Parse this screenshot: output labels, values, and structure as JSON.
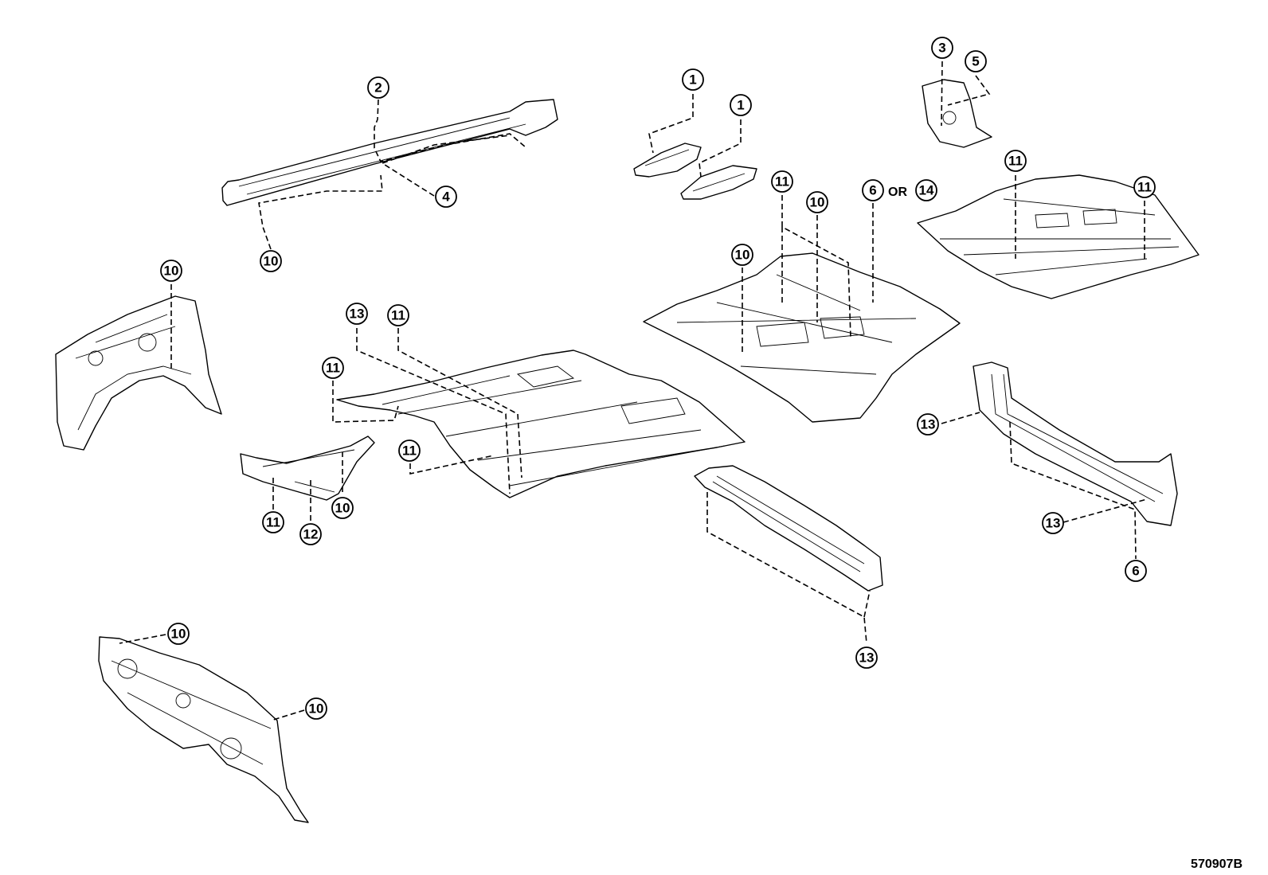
{
  "diagram": {
    "colors": {
      "line": "#000000",
      "background": "#ffffff"
    },
    "or_text": "OR",
    "reference_code": "570907B",
    "callouts": {
      "c1a": "1",
      "c1b": "1",
      "c2": "2",
      "c3": "3",
      "c4": "4",
      "c5": "5",
      "c6top": "6",
      "c14": "14",
      "c11m1": "11",
      "c10m": "10",
      "c10ml": "10",
      "c11r1": "11",
      "c11r2": "11",
      "c10rail": "10",
      "c10wheel": "10",
      "c13a": "13",
      "c11b": "11",
      "c11c": "11",
      "c11d": "11",
      "c11e": "11",
      "c12": "12",
      "c10e": "10",
      "c13r1": "13",
      "c13r2": "13",
      "c6b": "6",
      "c13c": "13",
      "c10d1": "10",
      "c10d2": "10"
    }
  }
}
